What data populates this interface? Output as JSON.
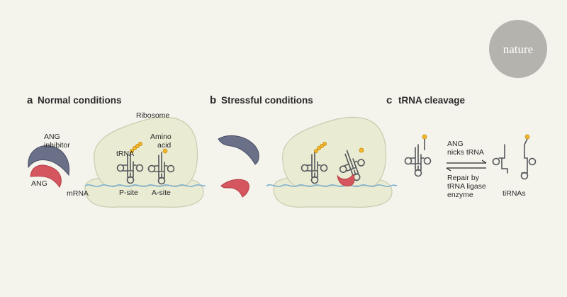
{
  "logo": {
    "text": "nature"
  },
  "panels": [
    {
      "letter": "a",
      "title": "Normal conditions"
    },
    {
      "letter": "b",
      "title": "Stressful conditions"
    },
    {
      "letter": "c",
      "title": "tRNA cleavage"
    }
  ],
  "labels": {
    "ribosome": "Ribosome",
    "ang_inhibitor_1": "ANG",
    "ang_inhibitor_2": "inhibitor",
    "ang": "ANG",
    "trna": "tRNA",
    "amino_1": "Amino",
    "amino_2": "acid",
    "p_site": "P-site",
    "a_site": "A-site",
    "mrna": "mRNA",
    "nicks_1": "ANG",
    "nicks_2": "nicks tRNA",
    "repair_1": "Repair by",
    "repair_2": "tRNA ligase",
    "repair_3": "enzyme",
    "tirnas": "tiRNAs"
  },
  "colors": {
    "background": "#f4f3ec",
    "logo_circle": "#b5b3ad",
    "ang_red": "#d5565f",
    "inhibitor_gray": "#6a7088",
    "ribosome_fill": "#e9ebd3",
    "mrna_blue": "#7fb1cf",
    "amino_yellow": "#f2b72c",
    "trna_stroke": "#55565c"
  }
}
